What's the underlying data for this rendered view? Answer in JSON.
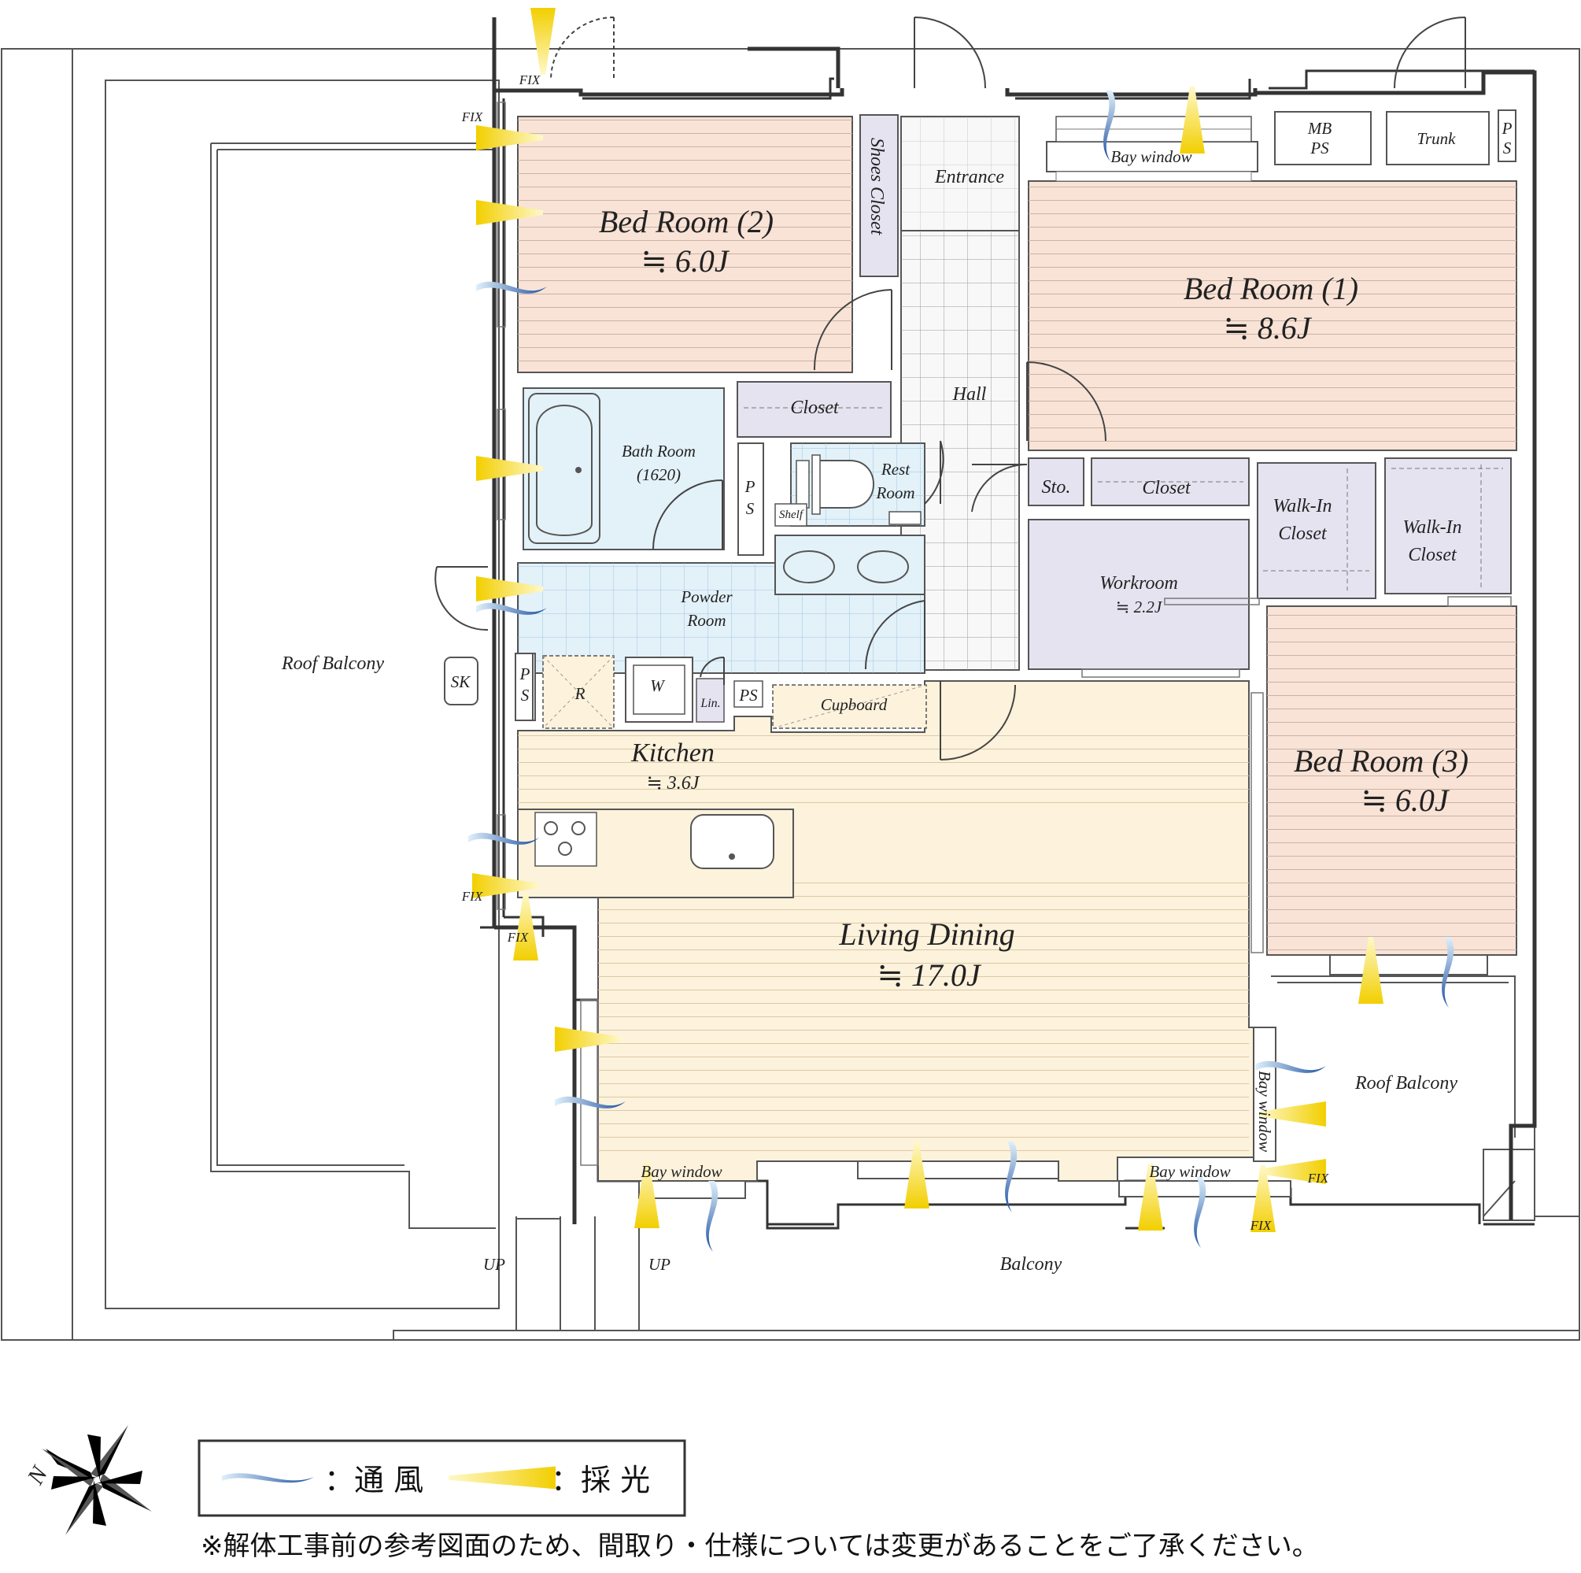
{
  "rooms": {
    "bedroom2": {
      "name": "Bed Room (2)",
      "area": "≒ 6.0J"
    },
    "bedroom1": {
      "name": "Bed Room (1)",
      "area": "≒ 8.6J"
    },
    "bedroom3": {
      "name": "Bed Room (3)",
      "area": "≒ 6.0J"
    },
    "living": {
      "name": "Living Dining",
      "area": "≒ 17.0J"
    },
    "kitchen": {
      "name": "Kitchen",
      "area": "≒ 3.6J"
    },
    "workroom": {
      "name": "Workroom",
      "area": "≒ 2.2J"
    },
    "bath": {
      "name": "Bath Room",
      "size": "(1620)"
    },
    "rest": {
      "line1": "Rest",
      "line2": "Room"
    },
    "powder": {
      "line1": "Powder",
      "line2": "Room"
    },
    "hall": "Hall",
    "entrance": "Entrance",
    "shoes_closet": "Shoes Closet",
    "closet_a": "Closet",
    "closet_b": "Closet",
    "walkin_a": {
      "line1": "Walk-In",
      "line2": "Closet"
    },
    "walkin_b": {
      "line1": "Walk-In",
      "line2": "Closet"
    },
    "sto": "Sto.",
    "cupboard": "Cupboard",
    "mbps": {
      "line1": "MB",
      "line2": "PS"
    },
    "trunk": "Trunk",
    "ps_vertical": {
      "line1": "P",
      "line2": "S"
    },
    "ps_horizontal": "PS",
    "shelf": "Shelf",
    "lin": "Lin.",
    "r": "R",
    "w": "W",
    "sk": "SK"
  },
  "outdoor": {
    "roof_balcony_west": "Roof Balcony",
    "roof_balcony_east": "Roof Balcony",
    "balcony": "Balcony",
    "up": "UP"
  },
  "windows": {
    "bay_window": "Bay window",
    "fix": "FIX"
  },
  "legend": {
    "ventilation": "：通 風",
    "lighting": "：採 光"
  },
  "compass": {
    "north": "N"
  },
  "note": "※解体工事前の参考図面のため、間取り・仕様については変更があることをご了承ください。",
  "colors": {
    "bedroom": "#f9e3d6",
    "bath": "#e3f1f9",
    "storage": "#e6e3f1",
    "living": "#fdf2dc",
    "wall": "#333333",
    "vent": "#1e5aa8",
    "light": "#f5d400"
  }
}
